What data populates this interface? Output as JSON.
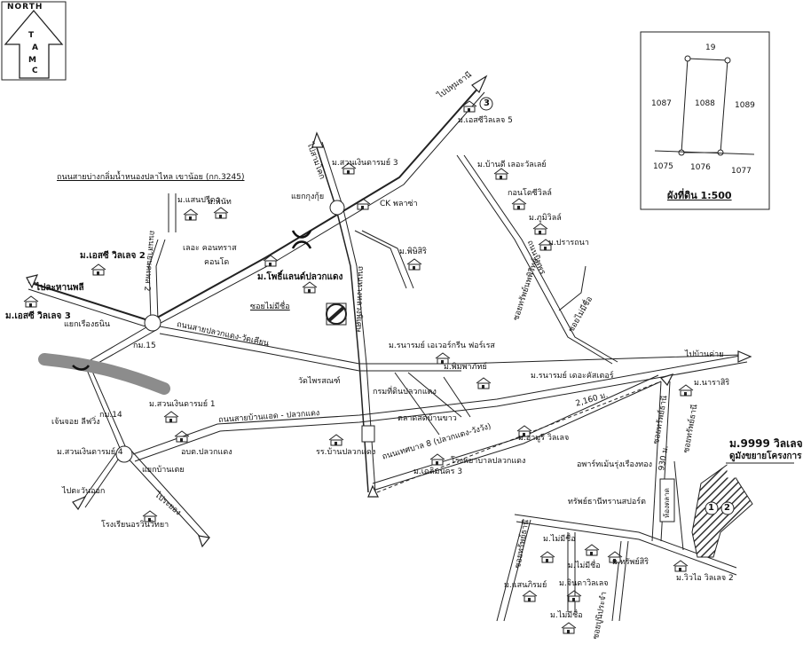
{
  "north": {
    "title": "NORTH",
    "letters": [
      "T",
      "A",
      "M",
      "C"
    ]
  },
  "inset": {
    "lot_numbers": [
      "19",
      "1087",
      "1088",
      "1089",
      "1075",
      "1076",
      "1077"
    ],
    "caption": "ผังที่ดิน 1:500"
  },
  "project": {
    "circle_1": "1",
    "circle_2": "2",
    "name": "ม.9999 วิลเลจ",
    "subtitle": "ดูมังขยายโครงการ"
  },
  "circle_3": "3",
  "labels": {
    "to_pathum": "ไปปทุมธานี",
    "to_samut": "ไปสามโคก",
    "msuan_3": "ม.สวนเงินดารมย์ 3",
    "mec5": "ม.เอสซีวิลเลจ 5",
    "road_3245": "ถนนสายบ่างกลิ่มน้ำหนองปลาไหล   เขาน้อย (กก.3245)",
    "mbantd": "ม.บ้านดี เลอะวัลเลย์",
    "korn": "กอนโดซีวิลล์",
    "mppp": "ม.ภูมิวิลล์",
    "kungkung": "แยกกุงกุ้ย",
    "ck": "CK พลาซ่า",
    "msaenp": "ม.แสนปรีดา",
    "mpinat": "ม.พินัท",
    "mprn": "ม.ปรารถนา",
    "mec2": "ม.เอสซี วิลเลจ 2",
    "lethai": "เลอะ คอนทราส",
    "kondo": "คอนโด",
    "mpisit": "ม.พิษิสิริ",
    "road_left": "ถนนสายนคเพส 2",
    "to_pam": "ไปละหานพลี",
    "mpp": "ม.โพธิ์แลนด์ปลวกแดง",
    "wat": "วัดไพรสณฑ์",
    "soi_mai": "ซอยไม่มีชื่อ",
    "mec3": "ม.เอสซี วิลเลจ 3",
    "yaek": "แยกเรืองธนิน",
    "km15": "กม.15",
    "road_pluak": "ถนนสายปลวกแดง-วัดเคียน",
    "road_mid": "ถนนทางหลวงพิเศษ",
    "mrnm": "ม.รนารมย์ เอเวอร์กรีน ฟอร์เรส",
    "mpmp": "ม.พิมพาภัทย์",
    "sub_district": "กรมที่ดินปลวกแดง",
    "msuan1": "ม.สวนเงินดารมย์ 1",
    "road_main": "ถนนสายบ้านแอด - ปลวกแดง",
    "market": "ตลาดสดบ้านขาว",
    "road8": "ถนนเทศบาล 8 (ปลวกแดง-วังวัง)",
    "jenchoi": "เจ้นจอย ลีฟวิ่ง",
    "km14": "กม.14",
    "aor": "อบต.ปลวกแดง",
    "school": "รร.บ้านปลวกแดง",
    "msuan4": "ม.สวนเงินดารมย์ 4",
    "yaek_b": "แยกบ้านเตย",
    "hospital": "โรงพยาบาลปลวกแดง",
    "mchalm": "ม.เฉลิมนคร 3",
    "to_east": "ไปตะวันออก",
    "to_rayong": "ไประยอง",
    "rongrian": "โรงเรียนอรวินวิทยา",
    "mrnm2": "ม.รนารมย์ เดอะคัสเตอร์",
    "to_bang": "ไปบ้านค่าย",
    "mnrs": "ม.นาราสิริ",
    "distance": "2,160 ม.",
    "manu": "ม.อามูรี วิลเลจ",
    "apart": "อพาร์ทเม้นรุ่งเรืองทอง",
    "hotel": "ทรัพย์ธานีทรานสปอร์ต",
    "soi_a": "ซอยทรัพย์ธานี",
    "d930": "930 ม.",
    "soi_b": "ซอยทรัพย์ธานี",
    "hong": "ห้องตลาด",
    "mmai1": "ม.ไม่มีชื่อ",
    "mmai2": "ม.ไม่มีชื่อ",
    "msap": "ม.ทรัพย์สิริ",
    "soi_c": "ซอยทรัพย์ธานี",
    "mwiw": "ม.วิวไอ วิลเลจ 2",
    "msaenr": "ม.แสนภิรมย์",
    "mjin": "ม.จินดาวิลเลจ",
    "mmai3": "ม.ไม่มีชื่อ",
    "soi_d": "ซอยปูนิประจำ",
    "soi_e": "ซอยทรัพย์นพพิวิทย์",
    "soi_f": "ซอยไม่มีชื่อ",
    "soi_g": "ถนนนิพพร"
  }
}
